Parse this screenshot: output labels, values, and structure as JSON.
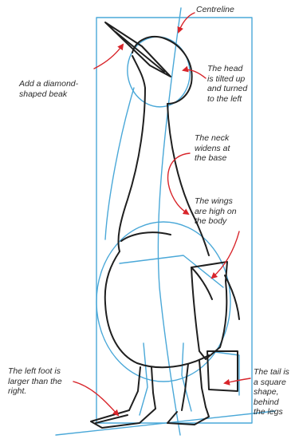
{
  "colors": {
    "construction": "#4aa8d8",
    "outline": "#1f1f1f",
    "arrow": "#d8242a",
    "text": "#2a2a2a"
  },
  "annotations": {
    "centreline": [
      "Centreline"
    ],
    "beak": [
      "Add a diamond-",
      "shaped beak"
    ],
    "head": [
      "The head",
      "is tilted up",
      "and turned",
      "to the left"
    ],
    "neck": [
      "The neck",
      "widens at",
      "the base"
    ],
    "wings": [
      "The wings",
      "are high on",
      "the body"
    ],
    "foot": [
      "The left foot is",
      "larger than the",
      "right."
    ],
    "tail": [
      "The tail is",
      "a square",
      "shape,",
      "behind",
      "the legs"
    ]
  }
}
